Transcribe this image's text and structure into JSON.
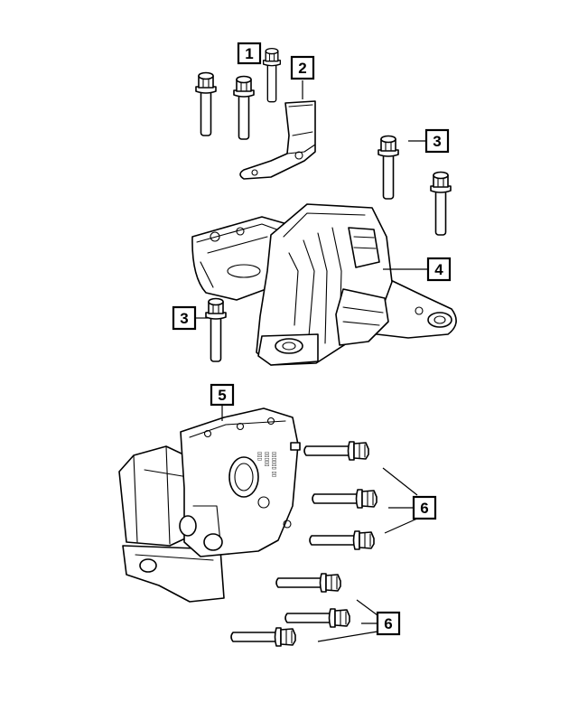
{
  "callouts": {
    "c1": "1",
    "c2": "2",
    "c3a": "3",
    "c3b": "3",
    "c4": "4",
    "c5": "5",
    "c6a": "6",
    "c6b": "6"
  },
  "colors": {
    "line": "#000000",
    "background": "#ffffff"
  }
}
